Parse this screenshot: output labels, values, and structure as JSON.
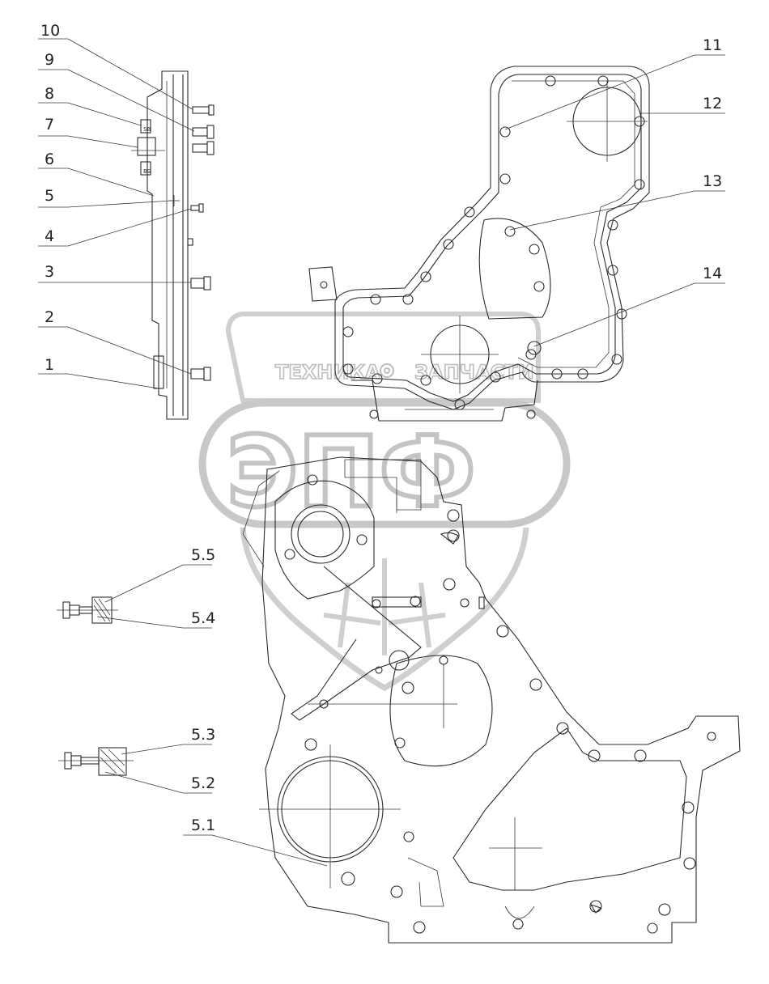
{
  "callouts": {
    "c1": "1",
    "c2": "2",
    "c3": "3",
    "c4": "4",
    "c5": "5",
    "c6": "6",
    "c7": "7",
    "c8": "8",
    "c9": "9",
    "c10": "10",
    "c11": "11",
    "c12": "12",
    "c13": "13",
    "c14": "14",
    "c5_1": "5.1",
    "c5_2": "5.2",
    "c5_3": "5.3",
    "c5_4": "5.4",
    "c5_5": "5.5"
  },
  "watermark": {
    "left_word": "ТЕХНИКА",
    "right_word": "ЗАПЧАСТИ",
    "logo": "ЭПФ"
  },
  "side_labels": {
    "top": "SB",
    "bottom": "BS"
  },
  "colors": {
    "lines": "#2a2a2a",
    "watermark": "#c4c4c4",
    "background": "#ffffff"
  }
}
